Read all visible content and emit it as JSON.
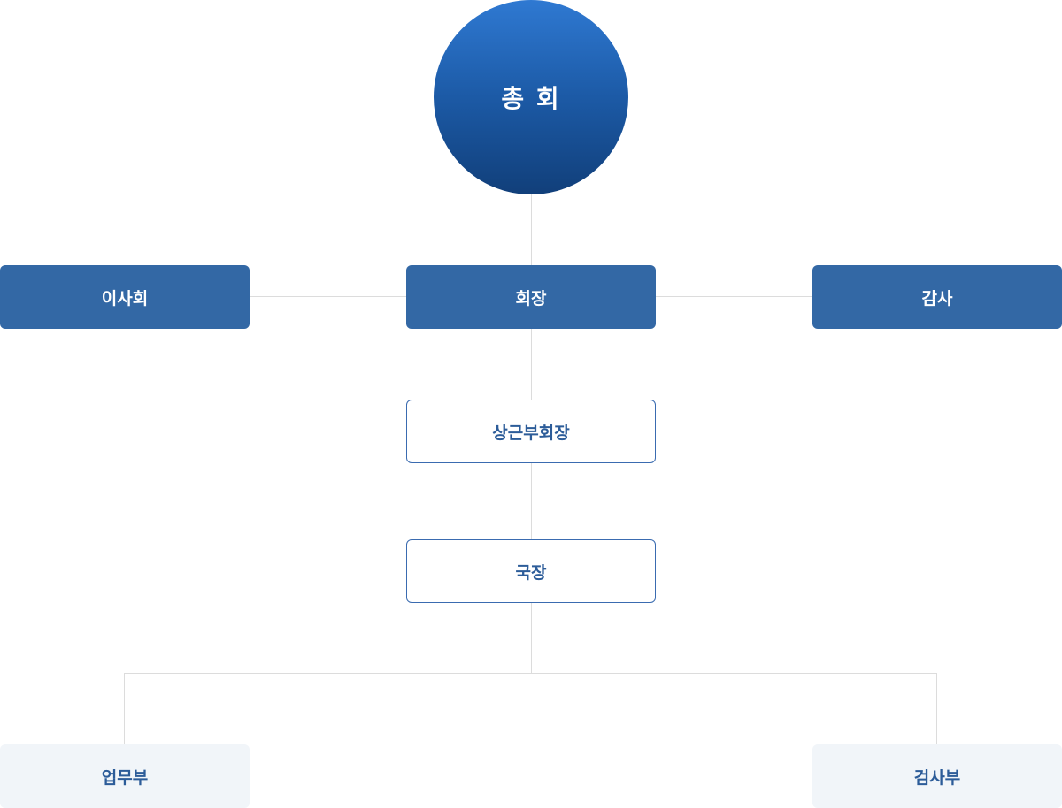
{
  "top": {
    "label": "총 회"
  },
  "level1": {
    "left": {
      "label": "이사회"
    },
    "center": {
      "label": "회장"
    },
    "right": {
      "label": "감사"
    }
  },
  "vice_chairman": {
    "label": "상근부회장"
  },
  "director": {
    "label": "국장"
  },
  "departments": [
    {
      "label": "업무부"
    },
    {
      "label": "검사부"
    }
  ],
  "colors": {
    "primary": "#3368a5",
    "gradient_top": "#2f79d2",
    "gradient_bottom": "#113f7a",
    "outline": "#3a6bb0",
    "light_bg": "#f1f5f9",
    "connector": "#dcdcdc"
  }
}
